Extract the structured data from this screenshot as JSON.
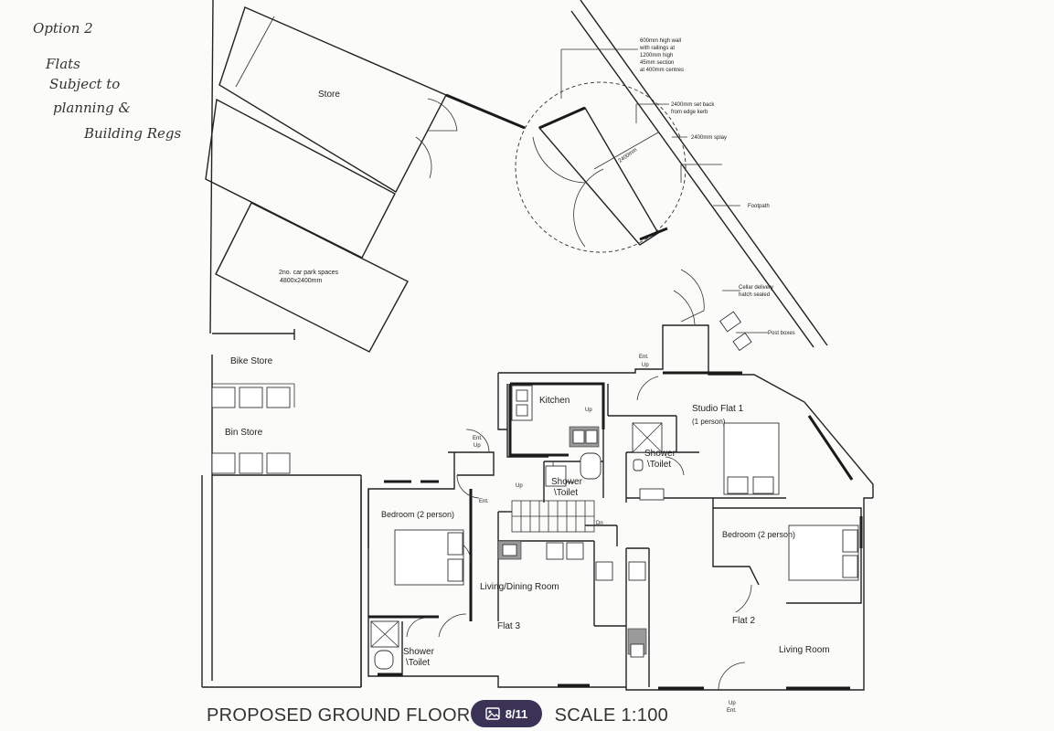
{
  "handwritten": {
    "line1": "Option 2",
    "line2": "Flats",
    "line3": "Subject to",
    "line4": "planning &",
    "line5": "Building Regs"
  },
  "rooms": {
    "store": "Store",
    "car_park_1": "2no. car park spaces",
    "car_park_2": "4800x2400mm",
    "bike_store": "Bike Store",
    "bin_store": "Bin Store",
    "kitchen": "Kitchen",
    "studio": "Studio Flat 1",
    "studio_sub": "(1 person)",
    "shower_studio_1": "Shower",
    "shower_studio_2": "\\Toilet",
    "shower_mid_1": "Shower",
    "shower_mid_2": "\\Toilet",
    "bedroom_left": "Bedroom (2 person)",
    "living_dining": "Living/Dining Room",
    "flat3": "Flat  3",
    "shower_left_1": "Shower",
    "shower_left_2": "\\Toilet",
    "bedroom_right": "Bedroom (2 person)",
    "flat2": "Flat  2",
    "living_room": "Living Room"
  },
  "annotations": {
    "wall_1": "600mm high wall",
    "wall_2": "with railings at",
    "wall_3": "1200mm high",
    "wall_4": "45mm section",
    "wall_5": "at 400mm centres",
    "setback_1": "2400mm set back",
    "setback_2": "from edge kerb",
    "splay": "2400mm splay",
    "dim": "2400mm",
    "footpath": "Footpath",
    "cellar_1": "Cellar delivery",
    "cellar_2": "hatch sealed",
    "post_boxes": "Post boxes",
    "ent_up_top_1": "Ent.",
    "ent_up_top_2": "Up",
    "ent_up_left_1": "Ent.",
    "ent_up_left_2": "Up",
    "up_kitchen": "Up",
    "up_stairs": "Up",
    "ent_mid": "Ent.",
    "dn": "Dn",
    "up_bottom": "Up",
    "ent_bottom": "Ent."
  },
  "title": "PROPOSED GROUND FLOOR",
  "scale": "SCALE 1:100",
  "badge": "8/11",
  "colors": {
    "badge_bg": "#3a3356",
    "ink": "#222222",
    "paper": "#fbfbf9"
  }
}
